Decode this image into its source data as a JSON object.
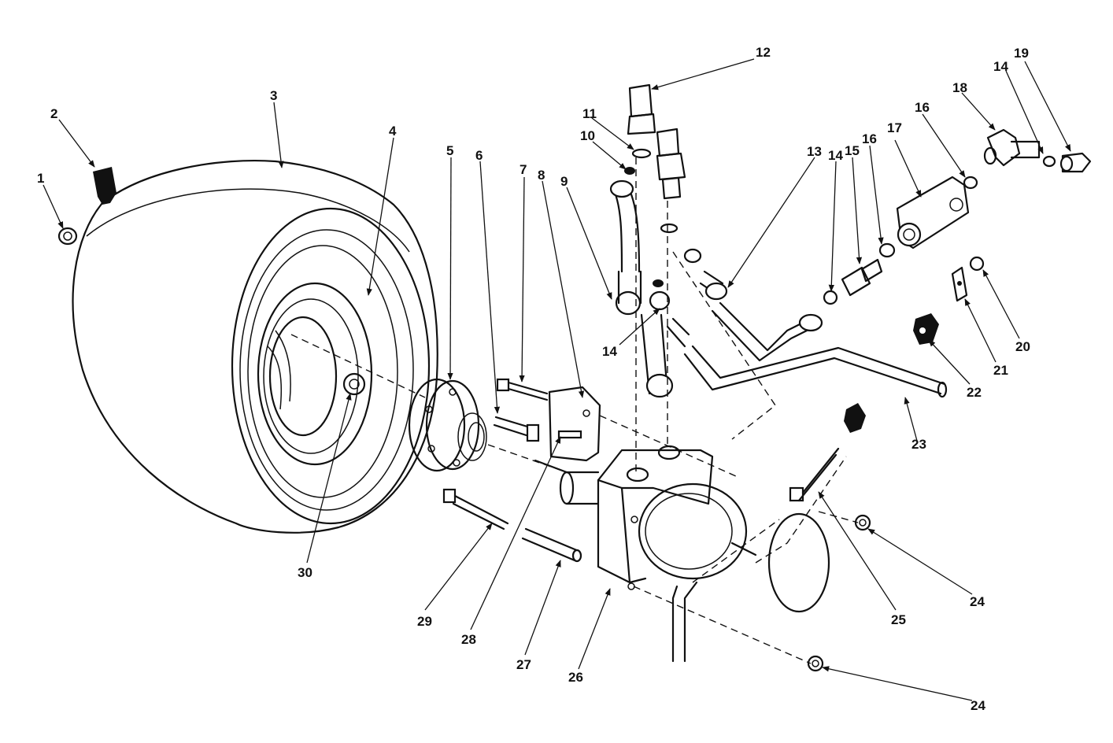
{
  "diagram": {
    "callouts": [
      {
        "id": "1",
        "text": "1"
      },
      {
        "id": "2",
        "text": "2"
      },
      {
        "id": "3",
        "text": "3"
      },
      {
        "id": "4",
        "text": "4"
      },
      {
        "id": "5",
        "text": "5"
      },
      {
        "id": "6",
        "text": "6"
      },
      {
        "id": "7",
        "text": "7"
      },
      {
        "id": "8",
        "text": "8"
      },
      {
        "id": "9",
        "text": "9"
      },
      {
        "id": "10",
        "text": "10"
      },
      {
        "id": "11",
        "text": "11"
      },
      {
        "id": "12",
        "text": "12"
      },
      {
        "id": "13",
        "text": "13"
      },
      {
        "id": "14a",
        "text": "14"
      },
      {
        "id": "14b",
        "text": "14"
      },
      {
        "id": "14c",
        "text": "14"
      },
      {
        "id": "15",
        "text": "15"
      },
      {
        "id": "16a",
        "text": "16"
      },
      {
        "id": "16b",
        "text": "16"
      },
      {
        "id": "17",
        "text": "17"
      },
      {
        "id": "18",
        "text": "18"
      },
      {
        "id": "19",
        "text": "19"
      },
      {
        "id": "20",
        "text": "20"
      },
      {
        "id": "21",
        "text": "21"
      },
      {
        "id": "22",
        "text": "22"
      },
      {
        "id": "23",
        "text": "23"
      },
      {
        "id": "24a",
        "text": "24"
      },
      {
        "id": "24b",
        "text": "24"
      },
      {
        "id": "25",
        "text": "25"
      },
      {
        "id": "26",
        "text": "26"
      },
      {
        "id": "27",
        "text": "27"
      },
      {
        "id": "28",
        "text": "28"
      },
      {
        "id": "29",
        "text": "29"
      },
      {
        "id": "30",
        "text": "30"
      }
    ]
  }
}
